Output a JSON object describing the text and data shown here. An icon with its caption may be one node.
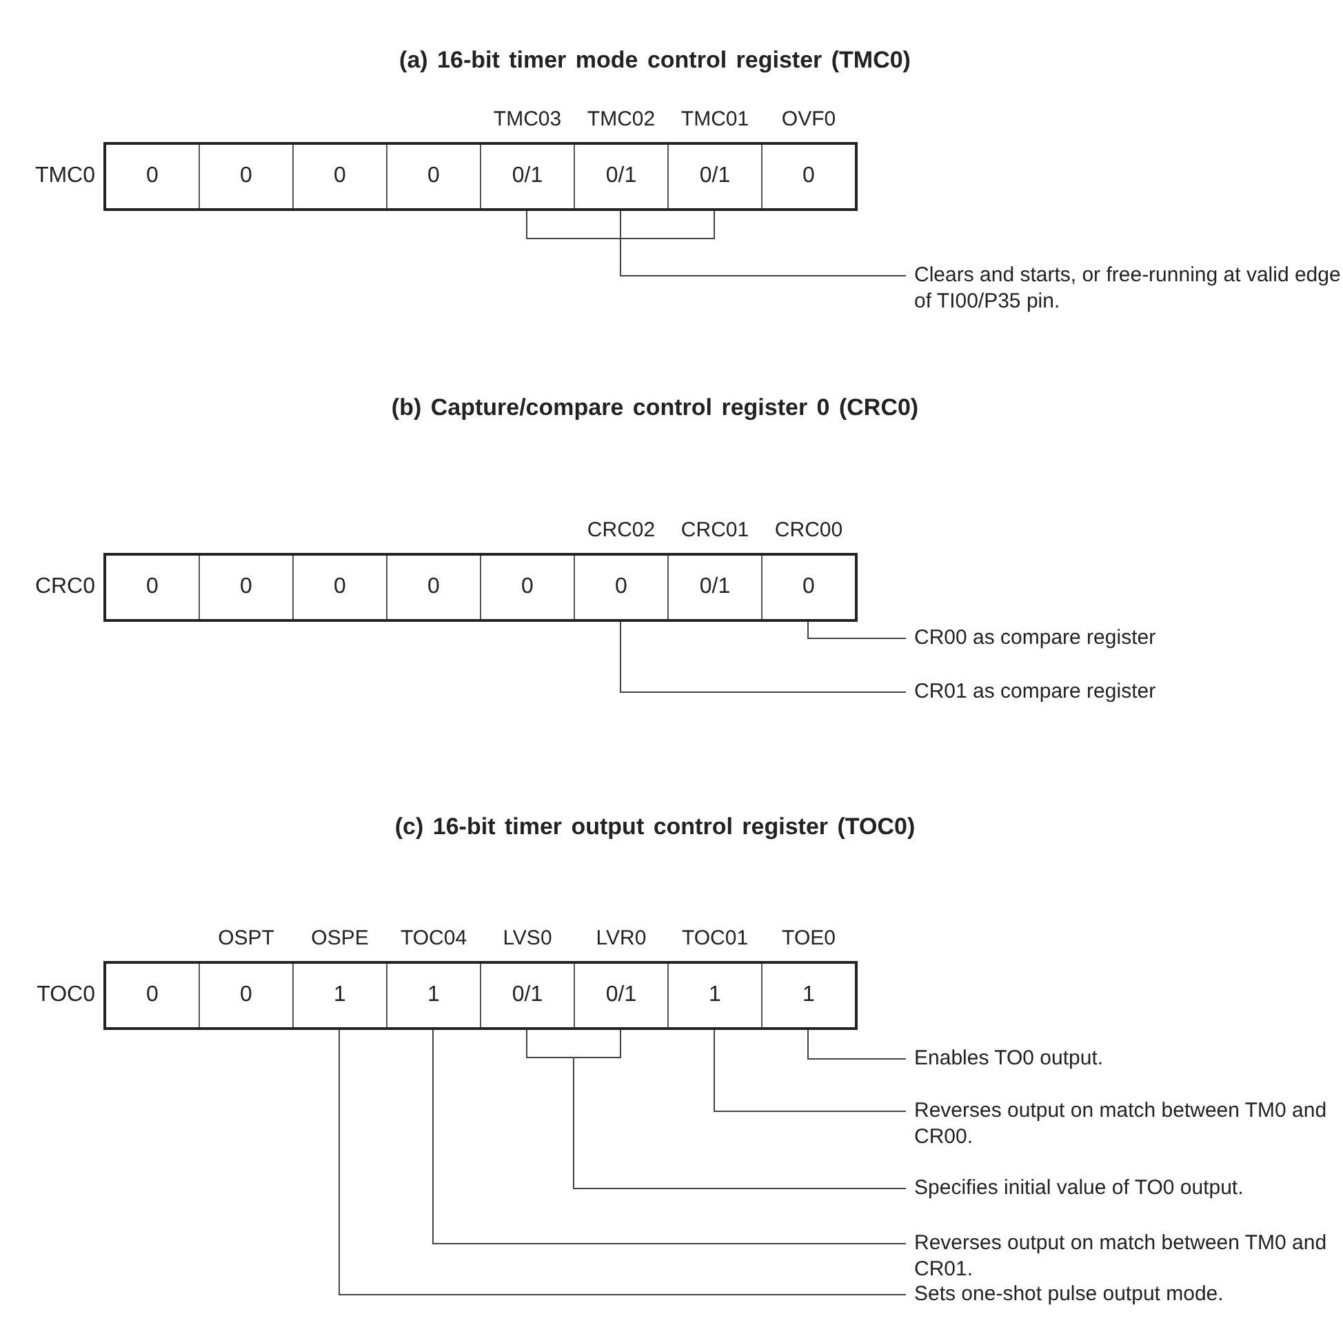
{
  "diagram": {
    "nodes": [
      {
        "text": [
          "TMC0"
        ]
      },
      {
        "text": [
          "0"
        ],
        "in": 0
      },
      {
        "text": [
          "0"
        ],
        "in": 0
      },
      {
        "text": [
          "0"
        ],
        "in": 0
      },
      {
        "text": [
          "0"
        ],
        "in": 0
      },
      {
        "text": [
          "0/1"
        ],
        "in": 0,
        "beside": [
          "TMC03"
        ]
      },
      {
        "text": [
          "0/1"
        ],
        "in": 0,
        "beside": [
          "TMC02"
        ]
      },
      {
        "text": [
          "0/1"
        ],
        "in": 0,
        "beside": [
          "TMC01"
        ]
      },
      {
        "text": [
          "0"
        ],
        "in": 0,
        "beside": [
          "OVF0"
        ]
      },
      {
        "text": [
          "Clears and starts, or free-running at valid edge of TI00/P35 pin."
        ]
      },
      {
        "text": [
          "CRC0"
        ]
      },
      {
        "text": [
          "0"
        ],
        "in": 10
      },
      {
        "text": [
          "0"
        ],
        "in": 10
      },
      {
        "text": [
          "0"
        ],
        "in": 10
      },
      {
        "text": [
          "0"
        ],
        "in": 10
      },
      {
        "text": [
          "0"
        ],
        "in": 10
      },
      {
        "text": [
          "0"
        ],
        "in": 10,
        "beside": [
          "CRC02"
        ]
      },
      {
        "text": [
          "0/1"
        ],
        "in": 10,
        "beside": [
          "CRC01"
        ]
      },
      {
        "text": [
          "0"
        ],
        "in": 10,
        "beside": [
          "CRC00"
        ]
      },
      {
        "text": [
          "CR00 as compare register"
        ]
      },
      {
        "text": [
          "CR01 as compare register"
        ]
      },
      {
        "text": [
          "TOC0"
        ]
      },
      {
        "text": [
          "0"
        ],
        "in": 21
      },
      {
        "text": [
          "0"
        ],
        "in": 21,
        "beside": [
          "OSPT"
        ]
      },
      {
        "text": [
          "1"
        ],
        "in": 21,
        "beside": [
          "OSPE"
        ]
      },
      {
        "text": [
          "1"
        ],
        "in": 21,
        "beside": [
          "TOC04"
        ]
      },
      {
        "text": [
          "0/1"
        ],
        "in": 21,
        "beside": [
          "LVS0"
        ]
      },
      {
        "text": [
          "0/1"
        ],
        "in": 21,
        "beside": [
          "LVR0"
        ]
      },
      {
        "text": [
          "1"
        ],
        "in": 21,
        "beside": [
          "TOC01"
        ]
      },
      {
        "text": [
          "1"
        ],
        "in": 21,
        "beside": [
          "TOE0"
        ]
      },
      {
        "text": [
          "Enables TO0 output."
        ]
      },
      {
        "text": [
          "Reverses output on match between TM0 and CR00."
        ]
      },
      {
        "text": [
          "Specifies initial value of TO0 output."
        ]
      },
      {
        "text": [
          "Reverses output on match between TM0 and CR01."
        ]
      },
      {
        "text": [
          "Sets one-shot pulse output mode."
        ]
      }
    ],
    "edges": [
      {
        "from": 9,
        "to": 5,
        "arrow": "none"
      },
      {
        "from": 9,
        "to": 6,
        "arrow": "none"
      },
      {
        "from": 9,
        "to": 7,
        "arrow": "none"
      },
      {
        "from": 19,
        "to": 18,
        "arrow": "none"
      },
      {
        "from": 20,
        "to": 16,
        "arrow": "none"
      },
      {
        "from": 30,
        "to": 29,
        "arrow": "none"
      },
      {
        "from": 31,
        "to": 28,
        "arrow": "none"
      },
      {
        "from": 32,
        "to": 26,
        "arrow": "none"
      },
      {
        "from": 32,
        "to": 27,
        "arrow": "none"
      },
      {
        "from": 33,
        "to": 25,
        "arrow": "none"
      },
      {
        "from": 34,
        "to": 24,
        "arrow": "none"
      }
    ],
    "labels": [
      "(a) 16-bit timer mode control register (TMC0)",
      "(b) Capture/compare control register 0 (CRC0)",
      "(c) 16-bit timer output control register (TOC0)"
    ]
  }
}
